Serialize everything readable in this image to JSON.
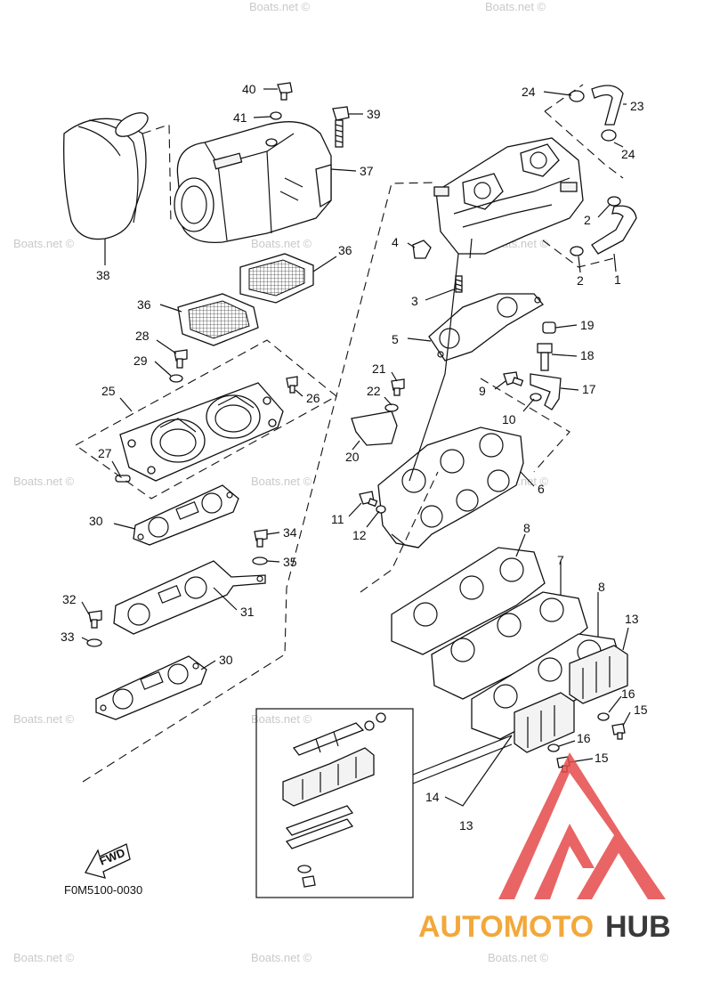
{
  "diagram": {
    "code": "F0M5100-0030",
    "fwd_label": "FWD",
    "watermark": "Boats.net ©",
    "brand": {
      "part1": "AUTOMOTO",
      "part2": "HUB",
      "color_accent": "#f2a83a",
      "color_dark": "#3a3a3a",
      "color_logo": "#e64a4a"
    }
  },
  "callouts": [
    {
      "n": "40"
    },
    {
      "n": "41"
    },
    {
      "n": "39"
    },
    {
      "n": "37"
    },
    {
      "n": "38"
    },
    {
      "n": "24"
    },
    {
      "n": "23"
    },
    {
      "n": "24"
    },
    {
      "n": "2"
    },
    {
      "n": "2"
    },
    {
      "n": "1"
    },
    {
      "n": "4"
    },
    {
      "n": "3"
    },
    {
      "n": "5"
    },
    {
      "n": "36"
    },
    {
      "n": "36"
    },
    {
      "n": "28"
    },
    {
      "n": "29"
    },
    {
      "n": "25"
    },
    {
      "n": "26"
    },
    {
      "n": "27"
    },
    {
      "n": "30"
    },
    {
      "n": "34"
    },
    {
      "n": "35"
    },
    {
      "n": "31"
    },
    {
      "n": "32"
    },
    {
      "n": "33"
    },
    {
      "n": "30"
    },
    {
      "n": "19"
    },
    {
      "n": "18"
    },
    {
      "n": "21"
    },
    {
      "n": "9"
    },
    {
      "n": "17"
    },
    {
      "n": "22"
    },
    {
      "n": "10"
    },
    {
      "n": "20"
    },
    {
      "n": "6"
    },
    {
      "n": "11"
    },
    {
      "n": "12"
    },
    {
      "n": "8"
    },
    {
      "n": "7"
    },
    {
      "n": "8"
    },
    {
      "n": "13"
    },
    {
      "n": "16"
    },
    {
      "n": "15"
    },
    {
      "n": "16"
    },
    {
      "n": "15"
    },
    {
      "n": "14"
    },
    {
      "n": "13"
    }
  ]
}
